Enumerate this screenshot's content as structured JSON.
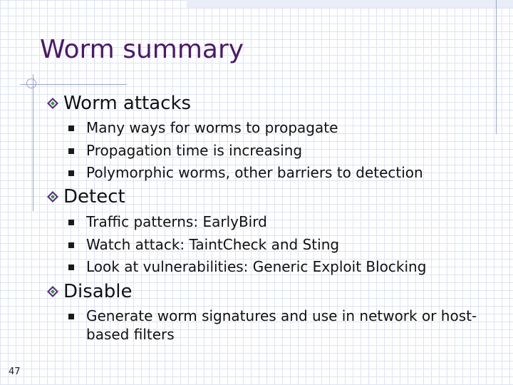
{
  "slide": {
    "title": "Worm summary",
    "number": "47",
    "sections": [
      {
        "heading": "Worm attacks",
        "bullets": [
          "Many ways for worms to propagate",
          "Propagation time is increasing",
          "Polymorphic worms, other barriers to detection"
        ]
      },
      {
        "heading": "Detect",
        "bullets": [
          "Traffic patterns: EarlyBird",
          "Watch attack: TaintCheck and Sting",
          "Look at vulnerabilities: Generic Exploit Blocking"
        ]
      },
      {
        "heading": "Disable",
        "bullets": [
          "Generate worm signatures and use in network or host-based filters"
        ]
      }
    ]
  },
  "colors": {
    "title": "#4b1a66",
    "diamond_fill": "#5a2d7a",
    "diamond_accent": "#2e9c3a",
    "grid": "#dde3f2"
  },
  "icons": {
    "level1_bullet": "diamond-icon",
    "level2_bullet": "square-bullet-icon"
  }
}
